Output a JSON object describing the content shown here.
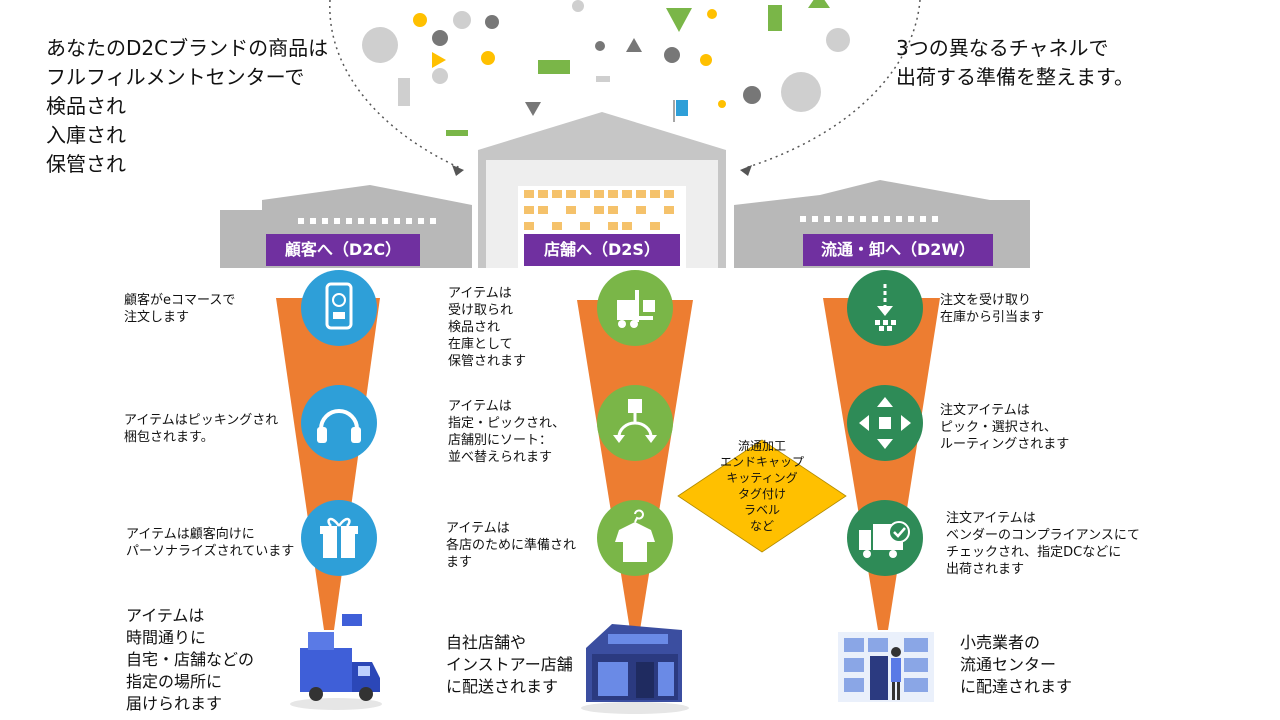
{
  "intro": {
    "left_lines": [
      "あなたのD2Cブランドの商品は",
      "フルフィルメントセンターで",
      "検品され",
      "入庫され",
      "保管され"
    ],
    "right_lines": [
      "3つの異なるチャネルで",
      "出荷する準備を整えます。"
    ]
  },
  "channels": [
    {
      "label": "顧客へ（D2C）",
      "color": "#2e9fd8",
      "steps": [
        {
          "icon": "smartphone-headset-icon",
          "text": [
            "顧客がeコマースで",
            "注文します"
          ]
        },
        {
          "icon": "headphones-icon",
          "text": [
            "アイテムはピッキングされ",
            "梱包されます。"
          ]
        },
        {
          "icon": "gift-box-icon",
          "text": [
            "アイテムは顧客向けに",
            "パーソナライズされています"
          ]
        }
      ],
      "final": [
        "アイテムは",
        "時間通りに",
        "自宅・店舗などの",
        "指定の場所に",
        "届けられます"
      ],
      "final_icon": "delivery-truck-icon"
    },
    {
      "label": "店舗へ（D2S）",
      "color": "#7ab648",
      "steps": [
        {
          "icon": "forklift-icon",
          "text": [
            "アイテムは",
            "受け取られ",
            "検品され",
            "在庫として",
            "保管されます"
          ]
        },
        {
          "icon": "sort-branch-icon",
          "text": [
            "アイテムは",
            "指定・ピックされ、",
            "店舗別にソート：",
            "並べ替えられます"
          ]
        },
        {
          "icon": "shirt-hanger-icon",
          "text": [
            "アイテムは",
            "各店のために準備され",
            "ます"
          ]
        }
      ],
      "final": [
        "自社店舗や",
        "インストアー店舗",
        "に配送されます"
      ],
      "final_icon": "storefront-icon"
    },
    {
      "label": "流通・卸へ（D2W）",
      "color": "#2e8b57",
      "steps": [
        {
          "icon": "inbound-arrow-icon",
          "text": [
            "注文を受け取り",
            "在庫から引当ます"
          ]
        },
        {
          "icon": "move-arrows-icon",
          "text": [
            "注文アイテムは",
            "ピック・選択され、",
            "ルーティングされます"
          ]
        },
        {
          "icon": "truck-check-icon",
          "text": [
            "注文アイテムは",
            "ベンダーのコンプライアンスにて",
            "チェックされ、指定DCなどに",
            "出荷されます"
          ]
        }
      ],
      "final": [
        "小売業者の",
        "流通センター",
        "に配達されます"
      ],
      "final_icon": "distribution-center-icon"
    }
  ],
  "value_added": [
    "流通加工",
    "エンドキャップ",
    "キッティング",
    "タグ付け",
    "ラベル",
    "など"
  ],
  "colors": {
    "purple": "#7030a0",
    "orange": "#ed7d31",
    "yellow": "#ffc000",
    "gray": "#d0d0d0"
  }
}
